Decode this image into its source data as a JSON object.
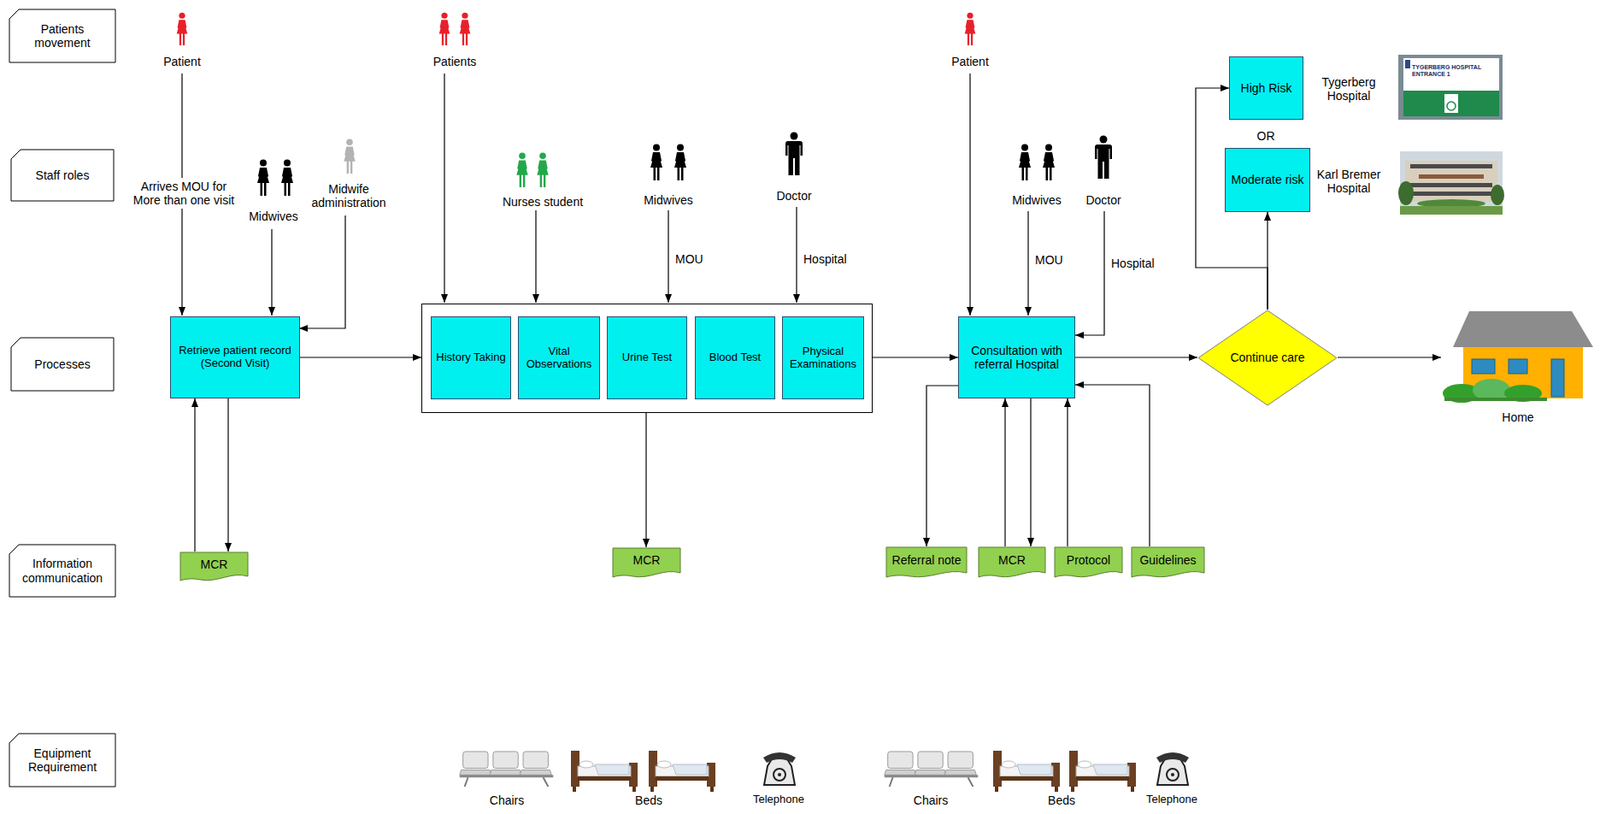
{
  "diagram": {
    "nodes": [
      {
        "text": [
          "Patients movement"
        ]
      },
      {
        "text": [
          "Staff roles"
        ]
      },
      {
        "text": [
          "Processes"
        ]
      },
      {
        "text": [
          "Information communication"
        ]
      },
      {
        "text": [
          "Equipment Requirement"
        ]
      },
      {
        "text": [
          "Retrieve patient record (Second Visit)"
        ]
      },
      {
        "text": []
      },
      {
        "text": [
          "History Taking"
        ],
        "in": 6
      },
      {
        "text": [
          "Vital Observations"
        ],
        "in": 6
      },
      {
        "text": [
          "Urine Test"
        ],
        "in": 6
      },
      {
        "text": [
          "Blood Test"
        ],
        "in": 6
      },
      {
        "text": [
          "Physical Examinations"
        ],
        "in": 6
      },
      {
        "text": [
          "Consultation with referral Hospital"
        ]
      },
      {
        "text": [
          "High Risk"
        ]
      },
      {
        "text": [
          "Moderate risk"
        ]
      },
      {
        "text": [
          "Continue care"
        ]
      },
      {
        "text": [
          "Home"
        ]
      },
      {
        "text": [
          "MCR"
        ]
      },
      {
        "text": [
          "MCR"
        ]
      },
      {
        "text": [
          "Referral note"
        ]
      },
      {
        "text": [
          "MCR"
        ]
      },
      {
        "text": [
          "Protocol"
        ]
      },
      {
        "text": [
          "Guidelines"
        ]
      }
    ],
    "edges": [
      {
        "from": 5,
        "to": 6,
        "arrow": "to"
      },
      {
        "from": 17,
        "to": 5,
        "arrow": "to"
      },
      {
        "from": 5,
        "to": 17,
        "arrow": "to"
      },
      {
        "from": 6,
        "to": 18,
        "arrow": "to"
      },
      {
        "from": 6,
        "to": 12,
        "arrow": "to"
      },
      {
        "from": 12,
        "to": 19,
        "arrow": "to"
      },
      {
        "from": 20,
        "to": 12,
        "arrow": "to"
      },
      {
        "from": 12,
        "to": 20,
        "arrow": "to"
      },
      {
        "from": 21,
        "to": 12,
        "arrow": "to"
      },
      {
        "from": 22,
        "to": 12,
        "arrow": "to"
      },
      {
        "from": 12,
        "to": 15,
        "arrow": "to"
      },
      {
        "from": 15,
        "to": 13,
        "arrow": "to"
      },
      {
        "from": 15,
        "to": 14,
        "arrow": "to"
      },
      {
        "from": 15,
        "to": 16,
        "arrow": "to"
      }
    ],
    "labels": [
      "Patient",
      "Arrives MOU for More than one visit",
      "Midwives",
      "Midwife administration",
      "Patients",
      "Nurses student",
      "Midwives",
      "MOU",
      "Doctor",
      "Hospital",
      "Patient",
      "Midwives",
      "MOU",
      "Doctor",
      "Hospital",
      "OR",
      "Tygerberg Hospital",
      "TYGERBERG HOSPITAL ENTRANCE 1",
      "Karl Bremer Hospital",
      "Chairs",
      "Beds",
      "Telephone",
      "Chairs",
      "Beds",
      "Telephone"
    ]
  }
}
